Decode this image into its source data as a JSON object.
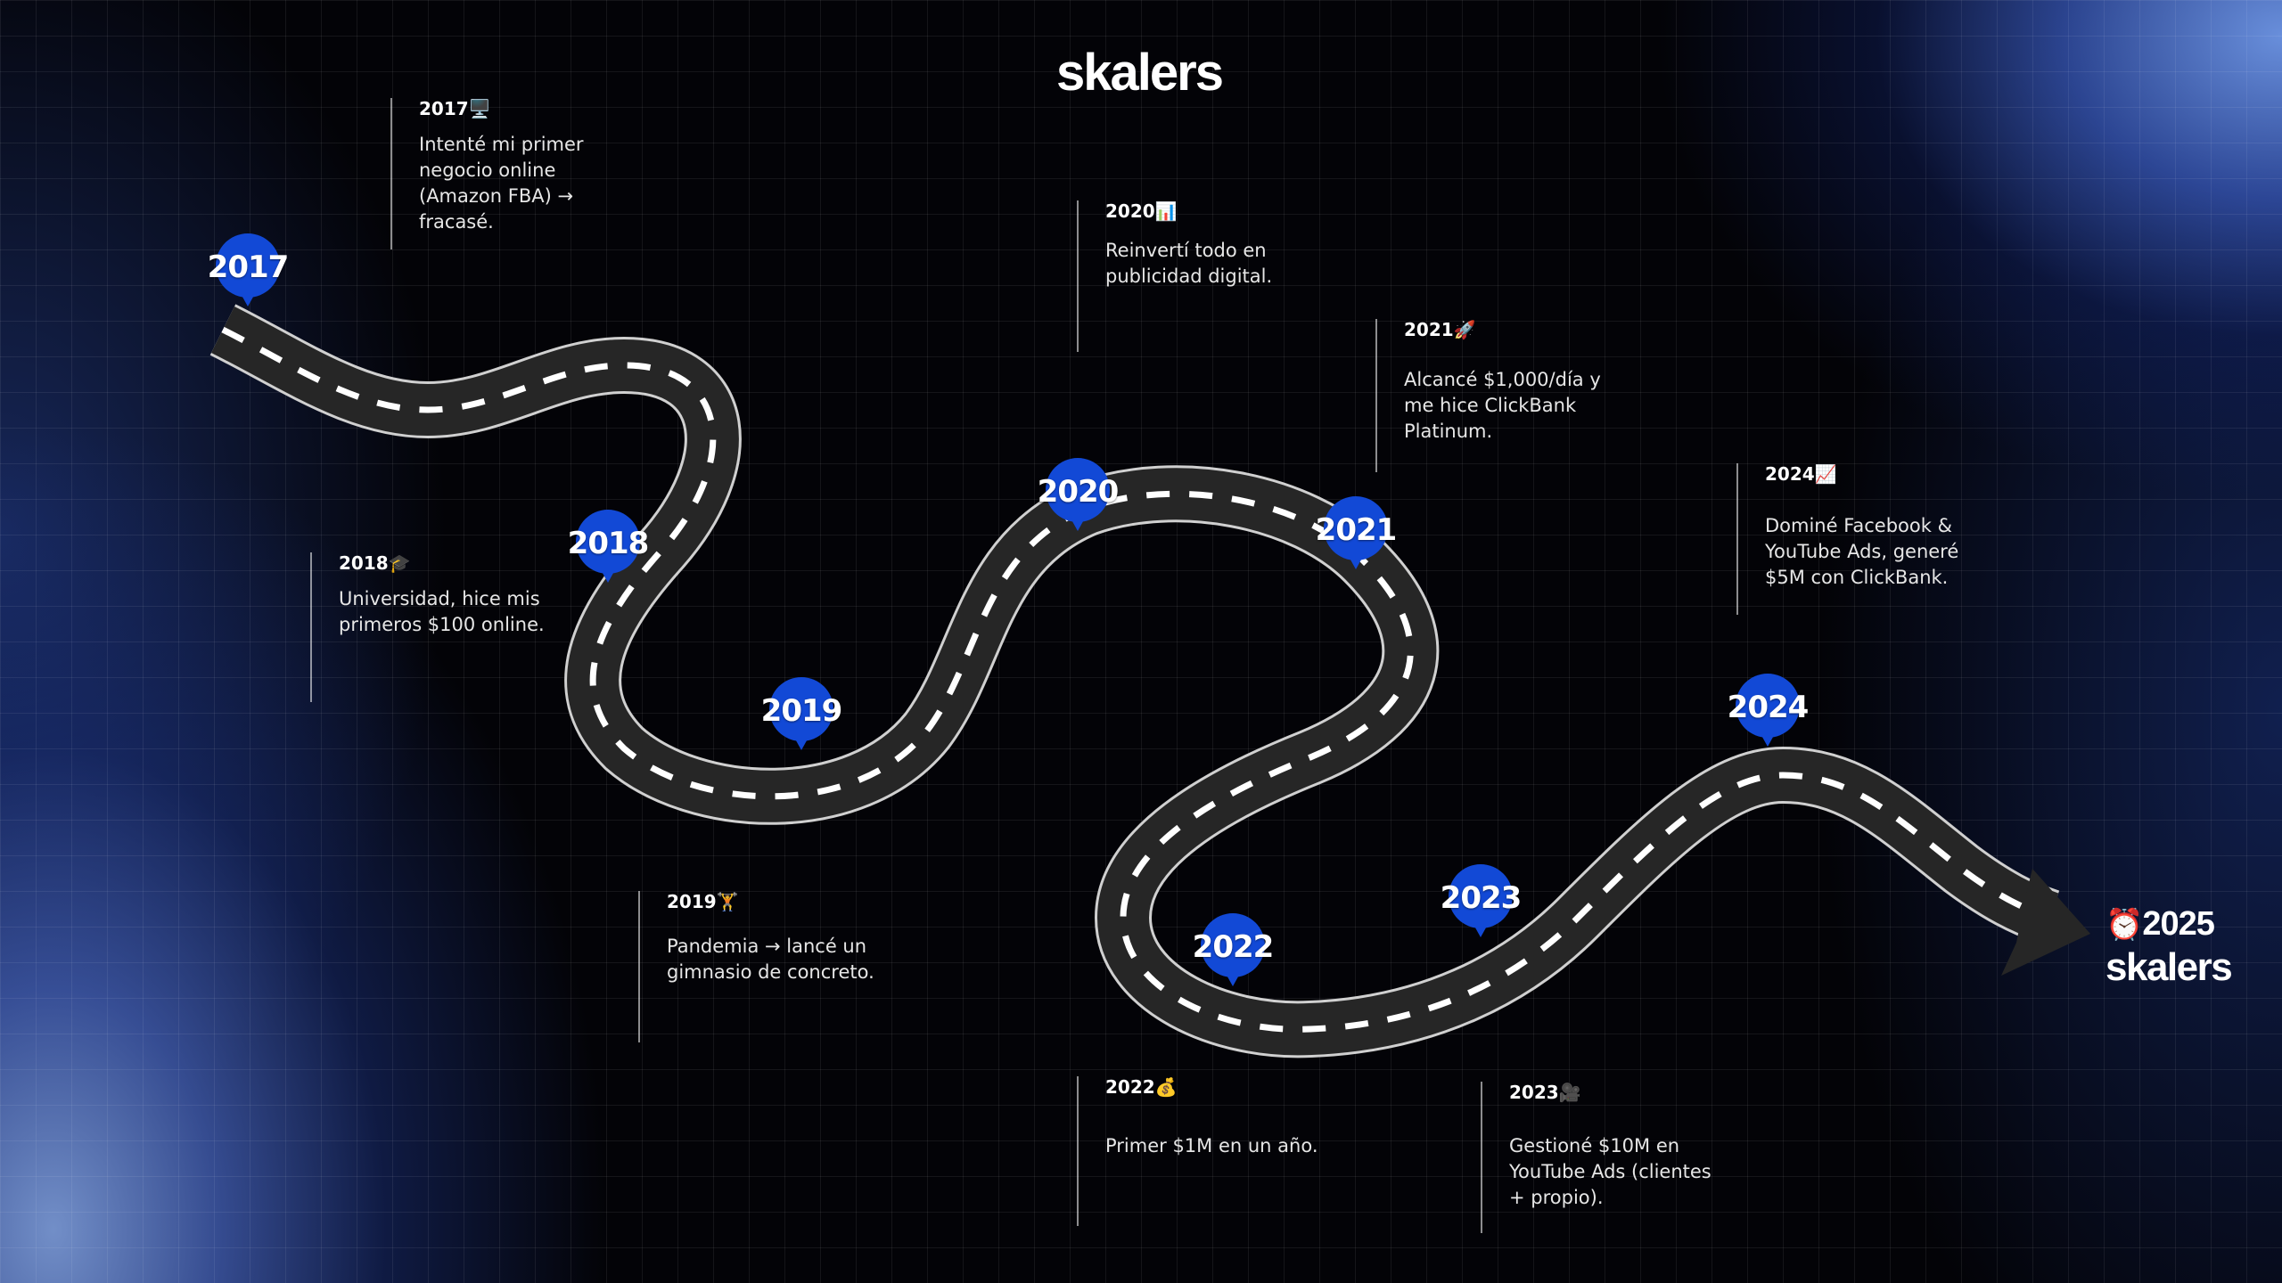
{
  "brand": {
    "logo": "skalers"
  },
  "milestones": [
    {
      "year": "2017",
      "title": "2017",
      "icon": "🖥️",
      "text": "Intenté mi primer negocio online (Amazon FBA) → fracasé."
    },
    {
      "year": "2018",
      "title": "2018",
      "icon": "🎓",
      "text": "Universidad, hice mis primeros $100 online."
    },
    {
      "year": "2019",
      "title": "2019",
      "icon": "🏋️",
      "text": "Pandemia → lancé un gimnasio de concreto."
    },
    {
      "year": "2020",
      "title": "2020",
      "icon": "📊",
      "text": "Reinvertí todo en publicidad digital."
    },
    {
      "year": "2021",
      "title": "2021",
      "icon": "🚀",
      "text": "Alcancé $1,000/día y me hice ClickBank Platinum."
    },
    {
      "year": "2022",
      "title": "2022",
      "icon": "💰",
      "text": "Primer $1M en un año."
    },
    {
      "year": "2023",
      "title": "2023",
      "icon": "🎥",
      "text": "Gestioné $10M en YouTube Ads (clientes + propio)."
    },
    {
      "year": "2024",
      "title": "2024",
      "icon": "📈",
      "text": "Dominé Facebook & YouTube Ads, generé $5M con ClickBank."
    }
  ],
  "end": {
    "icon": "⏰",
    "year": "2025",
    "logo": "skalers"
  },
  "colors": {
    "pin": "#1249d6",
    "road": "#2a2a2a",
    "road_edge": "#cfcfcf",
    "road_dash": "#ffffff"
  }
}
